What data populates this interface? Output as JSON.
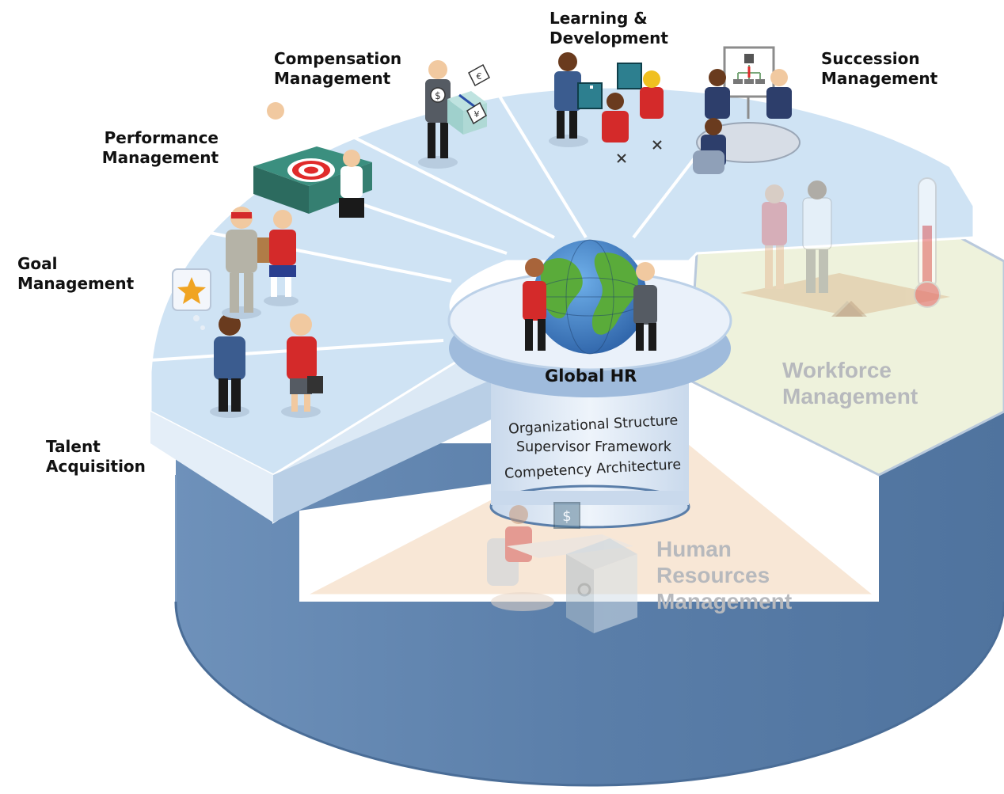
{
  "diagram": {
    "center": {
      "title": "Global HR",
      "core_items": [
        "Organizational Structure",
        "Supervisor Framework",
        "Competency Architecture"
      ]
    },
    "modules": [
      {
        "id": "talent-acquisition",
        "label": "Talent\nAcquisition"
      },
      {
        "id": "goal-management",
        "label": "Goal\nManagement"
      },
      {
        "id": "performance-management",
        "label": "Performance\nManagement"
      },
      {
        "id": "compensation-management",
        "label": "Compensation\nManagement"
      },
      {
        "id": "learning-development",
        "label": "Learning &\nDevelopment"
      },
      {
        "id": "succession-management",
        "label": "Succession\nManagement"
      }
    ],
    "faded_modules": [
      {
        "id": "workforce-management",
        "label": "Workforce\nManagement"
      },
      {
        "id": "human-resources-management",
        "label": "Human\nResources\nManagement"
      }
    ],
    "icons": [
      "globe-icon",
      "target-icon",
      "star-icon",
      "gift-box-icon",
      "dollar-icon",
      "euro-icon",
      "yen-icon",
      "thermometer-icon",
      "scale-icon",
      "org-chart-icon",
      "computer-icon",
      "safe-icon"
    ],
    "colors": {
      "ring_top": "#cfe3f4",
      "ring_side": "#5a7ea9",
      "ring_side_light": "#dce9f5",
      "workforce_floor": "#eef2dc",
      "hrm_floor": "#f8e7d6",
      "globe_water": "#3b7bc4",
      "globe_land": "#5aab3a",
      "center_cylinder": "#dfe9f4"
    }
  }
}
